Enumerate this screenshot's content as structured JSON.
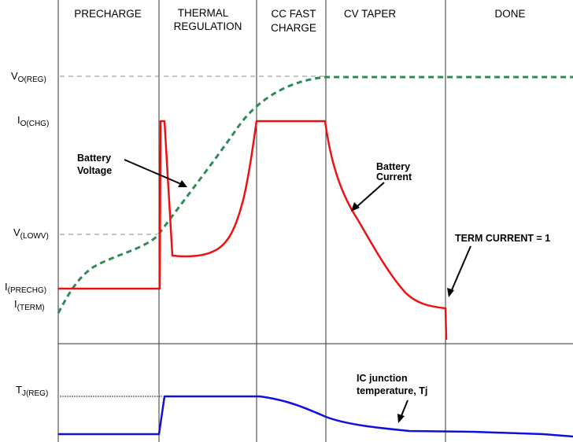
{
  "phases": [
    "PRECHARGE",
    "THERMAL",
    "REGULATION",
    "CC FAST",
    "CHARGE",
    "CV TAPER",
    "DONE"
  ],
  "y_labels": {
    "vreg": {
      "main": "V",
      "sub": "O(REG)"
    },
    "ichg": {
      "main": "I",
      "sub": "O(CHG)"
    },
    "vlowv": {
      "main": "V",
      "sub": "(LOWV)"
    },
    "iprechg": {
      "main": "I",
      "sub": "(PRECHG)"
    },
    "iterm": {
      "main": "I",
      "sub": "(TERM)"
    },
    "tjreg": {
      "main": "T",
      "sub": "J(REG)"
    }
  },
  "annotations": {
    "battery_voltage": [
      "Battery",
      "Voltage"
    ],
    "battery_current": [
      "Battery",
      "Current"
    ],
    "term_current": "TERM CURRENT = 1",
    "junction_temp": [
      "IC junction",
      "temperature, Tj"
    ]
  },
  "colors": {
    "voltage": "#2e8b57",
    "current": "#ee1111",
    "temperature": "#1010dd",
    "dividers": "#333333",
    "reference": "#888888"
  }
}
